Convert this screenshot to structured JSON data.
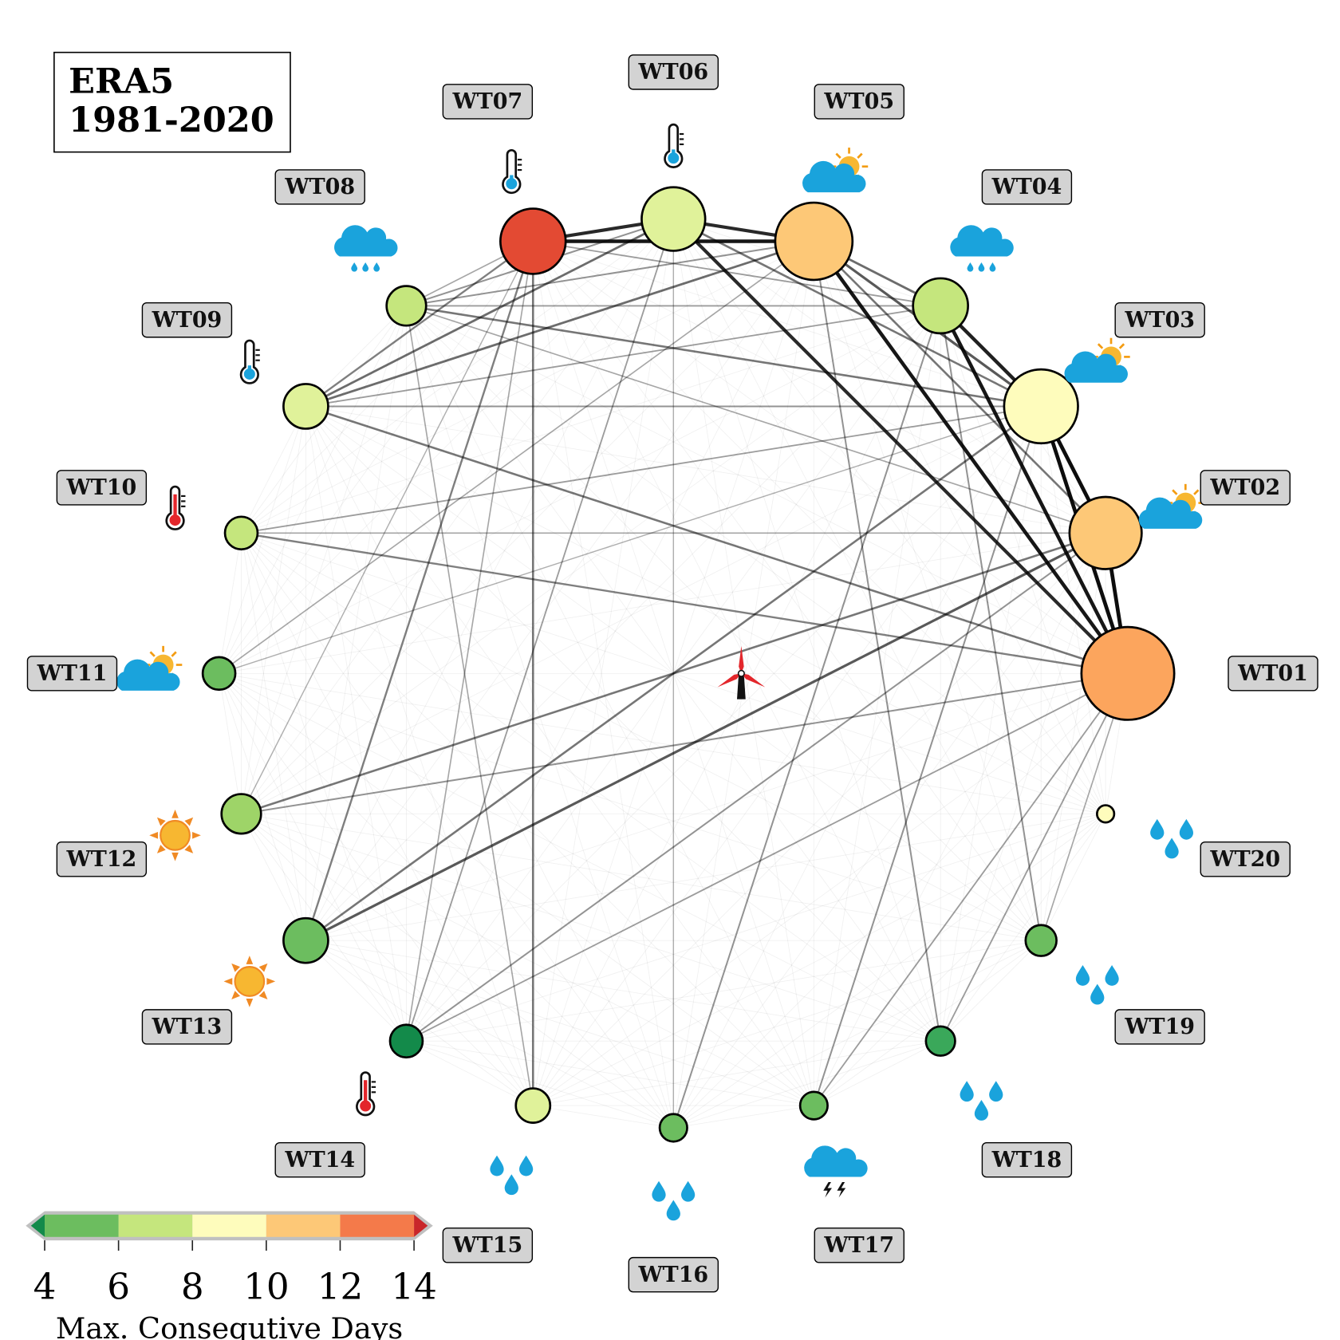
{
  "title": {
    "line1": "ERA5",
    "line2": "1981-2020"
  },
  "colorbar": {
    "label": "Max. Consequtive Days",
    "ticks": [
      "4",
      "6",
      "8",
      "10",
      "12",
      "14"
    ],
    "bins": [
      "#6cbd5f",
      "#c5e67d",
      "#fefcbc",
      "#fdc877",
      "#f47a4a"
    ],
    "under_color": "#138a4a",
    "over_color": "#c9262a"
  },
  "nodes": [
    {
      "label": "WT01",
      "color": "#fca55d",
      "size": 54,
      "icon": "wind-turbine"
    },
    {
      "label": "WT02",
      "color": "#fdc877",
      "size": 42,
      "icon": "cloud-sun"
    },
    {
      "label": "WT03",
      "color": "#fefcbc",
      "size": 43,
      "icon": "cloud-sun"
    },
    {
      "label": "WT04",
      "color": "#c5e67d",
      "size": 32,
      "icon": "cloud-rain"
    },
    {
      "label": "WT05",
      "color": "#fdc877",
      "size": 45,
      "icon": "cloud-sun"
    },
    {
      "label": "WT06",
      "color": "#e0f29a",
      "size": 37,
      "icon": "thermometer-cold"
    },
    {
      "label": "WT07",
      "color": "#e34a33",
      "size": 38,
      "icon": "thermometer-cold"
    },
    {
      "label": "WT08",
      "color": "#c5e67d",
      "size": 23,
      "icon": "cloud-rain"
    },
    {
      "label": "WT09",
      "color": "#e0f29a",
      "size": 26,
      "icon": "thermometer-cold"
    },
    {
      "label": "WT10",
      "color": "#c5e67d",
      "size": 19,
      "icon": "thermometer-hot"
    },
    {
      "label": "WT11",
      "color": "#6cbd5f",
      "size": 19,
      "icon": "cloud-sun"
    },
    {
      "label": "WT12",
      "color": "#9ed468",
      "size": 23,
      "icon": "sun"
    },
    {
      "label": "WT13",
      "color": "#6cbd5f",
      "size": 26,
      "icon": "sun"
    },
    {
      "label": "WT14",
      "color": "#138a4a",
      "size": 19,
      "icon": "thermometer-hot"
    },
    {
      "label": "WT15",
      "color": "#e0f29a",
      "size": 20,
      "icon": "droplets"
    },
    {
      "label": "WT16",
      "color": "#6cbd5f",
      "size": 16,
      "icon": "droplets"
    },
    {
      "label": "WT17",
      "color": "#6cbd5f",
      "size": 16,
      "icon": "cloud-lightning"
    },
    {
      "label": "WT18",
      "color": "#3aa85a",
      "size": 17,
      "icon": "droplets"
    },
    {
      "label": "WT19",
      "color": "#6cbd5f",
      "size": 18,
      "icon": "droplets"
    },
    {
      "label": "WT20",
      "color": "#fefcbc",
      "size": 10,
      "icon": "droplets"
    }
  ],
  "edges": [
    [
      1,
      2,
      1.0
    ],
    [
      1,
      3,
      1.0
    ],
    [
      1,
      4,
      0.95
    ],
    [
      1,
      5,
      0.95
    ],
    [
      1,
      6,
      0.85
    ],
    [
      2,
      3,
      1.0
    ],
    [
      3,
      4,
      0.9
    ],
    [
      5,
      6,
      0.85
    ],
    [
      6,
      7,
      0.85
    ],
    [
      5,
      7,
      0.95
    ],
    [
      3,
      5,
      0.6
    ],
    [
      4,
      5,
      0.5
    ],
    [
      3,
      6,
      0.45
    ],
    [
      2,
      5,
      0.45
    ],
    [
      1,
      9,
      0.45
    ],
    [
      1,
      10,
      0.4
    ],
    [
      1,
      12,
      0.3
    ],
    [
      2,
      12,
      0.45
    ],
    [
      2,
      13,
      0.6
    ],
    [
      3,
      13,
      0.45
    ],
    [
      7,
      15,
      0.45
    ],
    [
      7,
      13,
      0.4
    ],
    [
      6,
      9,
      0.5
    ],
    [
      5,
      9,
      0.5
    ],
    [
      7,
      9,
      0.4
    ],
    [
      8,
      3,
      0.45
    ],
    [
      8,
      5,
      0.3
    ],
    [
      8,
      6,
      0.3
    ],
    [
      4,
      19,
      0.3
    ],
    [
      5,
      18,
      0.3
    ],
    [
      3,
      17,
      0.3
    ],
    [
      4,
      16,
      0.3
    ],
    [
      1,
      14,
      0.25
    ],
    [
      1,
      17,
      0.25
    ],
    [
      1,
      18,
      0.25
    ],
    [
      1,
      19,
      0.2
    ],
    [
      3,
      10,
      0.25
    ],
    [
      6,
      14,
      0.25
    ],
    [
      7,
      14,
      0.2
    ],
    [
      2,
      14,
      0.3
    ],
    [
      4,
      8,
      0.25
    ],
    [
      4,
      9,
      0.25
    ],
    [
      3,
      9,
      0.3
    ],
    [
      7,
      12,
      0.15
    ],
    [
      5,
      11,
      0.2
    ],
    [
      7,
      8,
      0.2
    ],
    [
      8,
      15,
      0.2
    ],
    [
      6,
      16,
      0.15
    ],
    [
      2,
      10,
      0.2
    ],
    [
      3,
      11,
      0.15
    ],
    [
      2,
      8,
      0.2
    ],
    [
      4,
      7,
      0.25
    ]
  ]
}
